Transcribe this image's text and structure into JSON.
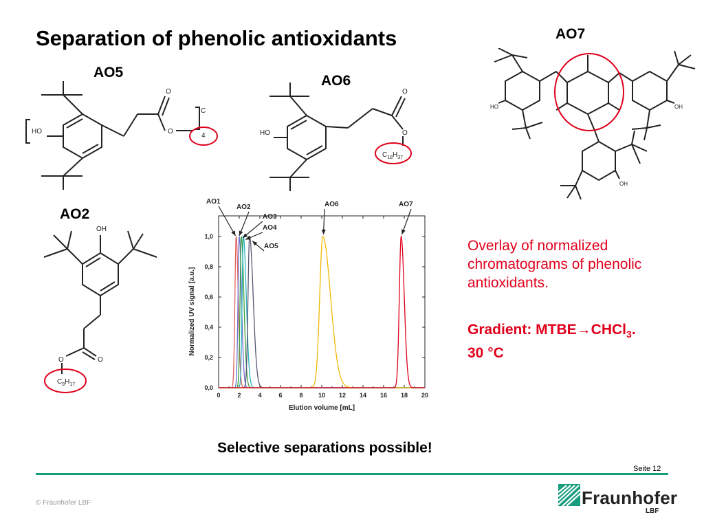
{
  "slide": {
    "title": "Separation of phenolic antioxidants",
    "overlay_text": "Overlay of normalized chromatograms of phenolic antioxidants.",
    "gradient_prefix": "Gradient: MTBE",
    "gradient_arrow": "→",
    "gradient_solvent": "CHCl",
    "gradient_subscript": "3",
    "gradient_suffix": ".",
    "temperature": "30 °C",
    "conclusion": "Selective separations possible!",
    "page_number": "Seite 12",
    "copyright": "© Fraunhofer LBF",
    "logo_name": "Fraunhofer",
    "logo_sub": "LBF",
    "accent_red": "#e0001b",
    "brand_green": "#179c7d"
  },
  "molecules": {
    "ao5": {
      "label": "AO5",
      "ho": "HO",
      "o_carbonyl": "O",
      "o_ester": "O",
      "c": "C",
      "n": "4"
    },
    "ao6": {
      "label": "AO6",
      "ho": "HO",
      "o_carbonyl": "O",
      "o_ester": "O",
      "chain_c": "C",
      "chain_c_sub": "18",
      "chain_h": "H",
      "chain_h_sub": "37"
    },
    "ao7": {
      "label": "AO7",
      "oh_left": "HO",
      "oh_right": "OH",
      "oh_bottom": "OH"
    },
    "ao2": {
      "label": "AO2",
      "oh": "OH",
      "o_carbonyl": "O",
      "o_ester": "O",
      "chain_c": "C",
      "chain_c_sub": "8",
      "chain_h": "H",
      "chain_h_sub": "17"
    }
  },
  "chart_data": {
    "type": "line",
    "xlabel": "Elution volume [mL]",
    "ylabel": "Normalized UV signal [a.u.]",
    "xlim": [
      0,
      20
    ],
    "ylim": [
      0,
      1.0
    ],
    "xticks": [
      "0",
      "2",
      "4",
      "6",
      "8",
      "10",
      "12",
      "14",
      "16",
      "18",
      "20"
    ],
    "yticks": [
      "0,0",
      "0,2",
      "0,4",
      "0,6",
      "0,8",
      "1,0"
    ],
    "grid": false,
    "series": [
      {
        "name": "AO1",
        "peak_x": 1.7,
        "width_left": 0.12,
        "width_right": 0.2,
        "color": "#e06060"
      },
      {
        "name": "AO2",
        "peak_x": 2.0,
        "width_left": 0.12,
        "width_right": 0.22,
        "color": "#7070d0"
      },
      {
        "name": "AO3",
        "peak_x": 2.2,
        "width_left": 0.12,
        "width_right": 0.25,
        "color": "#3aa03a"
      },
      {
        "name": "AO4",
        "peak_x": 2.4,
        "width_left": 0.12,
        "width_right": 0.28,
        "color": "#30b0c0"
      },
      {
        "name": "AO5",
        "peak_x": 3.0,
        "width_left": 0.15,
        "width_right": 0.35,
        "color": "#555570"
      },
      {
        "name": "AO6",
        "peak_x": 10.1,
        "width_left": 0.3,
        "width_right": 0.75,
        "color": "#f0b800"
      },
      {
        "name": "AO7",
        "peak_x": 17.7,
        "width_left": 0.18,
        "width_right": 0.3,
        "color": "#e0001b"
      }
    ],
    "annotations": [
      "AO1",
      "AO2",
      "AO3",
      "AO4",
      "AO5",
      "AO6",
      "AO7"
    ]
  }
}
